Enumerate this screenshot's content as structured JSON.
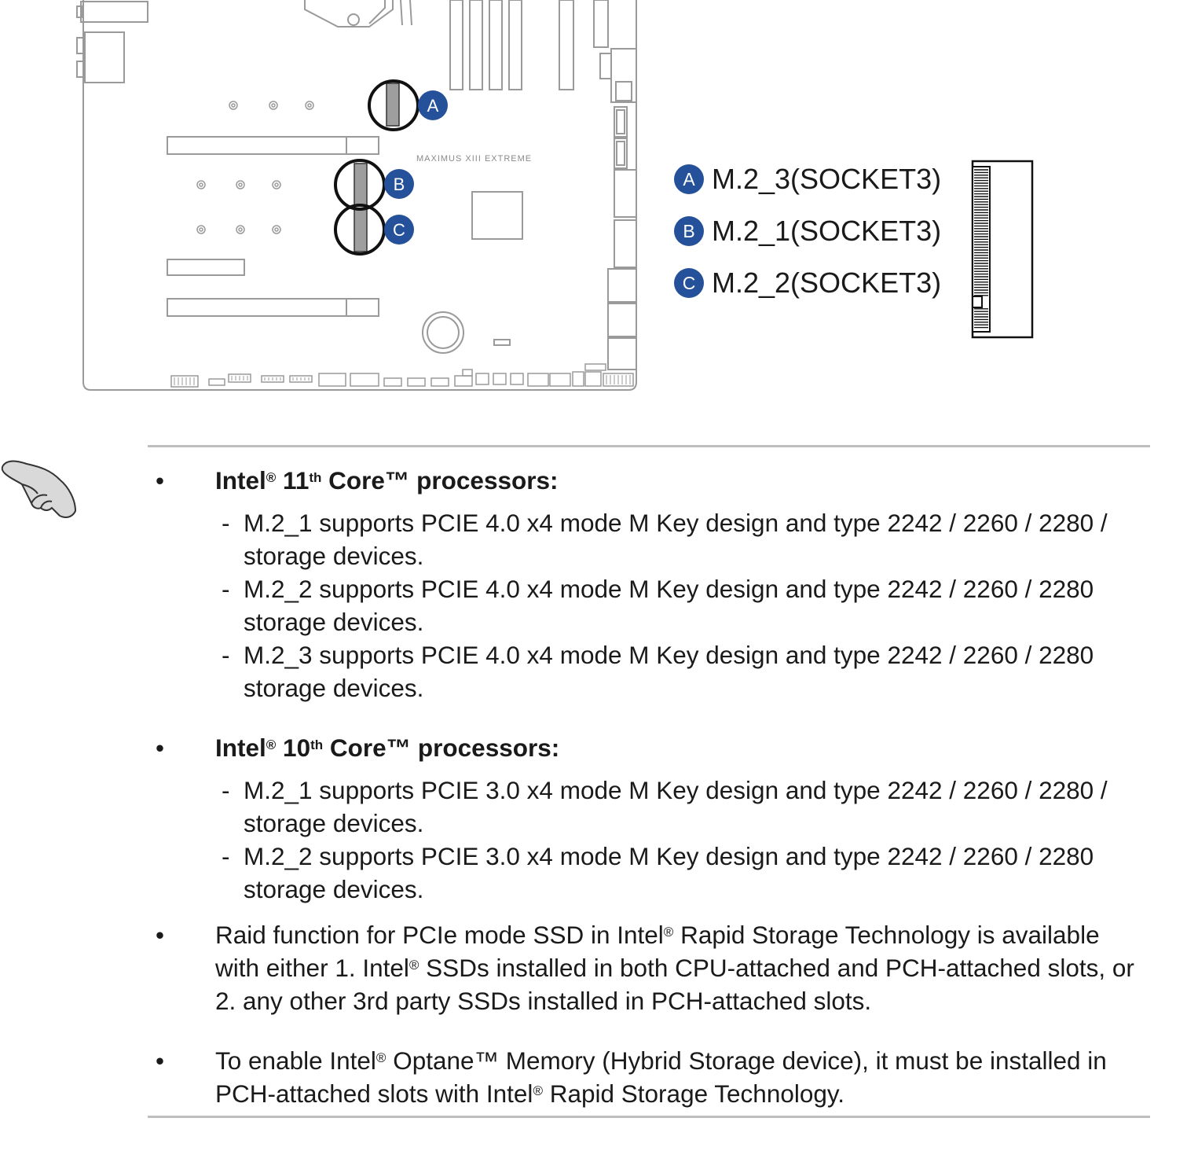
{
  "diagram": {
    "board_name": "MAXIMUS XIII EXTREME",
    "accent_color": "#24519a",
    "callouts": [
      {
        "letter": "A",
        "label": "M.2_3(SOCKET3)"
      },
      {
        "letter": "B",
        "label": "M.2_1(SOCKET3)"
      },
      {
        "letter": "C",
        "label": "M.2_2(SOCKET3)"
      }
    ]
  },
  "note_icon": "pointing-hand-icon",
  "notes": {
    "bullet_symbol": "•",
    "dash": "-",
    "b1": {
      "t1": "Intel",
      "reg": "®",
      "t2": " 11",
      "ord": "th",
      "t3": " Core™ processors:",
      "lines": [
        "M.2_1 supports PCIE 4.0 x4 mode M Key design and type 2242 / 2260 / 2280 / storage devices.",
        "M.2_2 supports PCIE 4.0 x4 mode M Key design and type 2242 / 2260 / 2280 storage devices.",
        "M.2_3 supports PCIE 4.0 x4 mode M Key design and type 2242 / 2260 / 2280 storage devices."
      ]
    },
    "b2": {
      "t1": "Intel",
      "reg": "®",
      "t2": " 10",
      "ord": "th",
      "t3": " Core™ processors:",
      "lines": [
        "M.2_1 supports PCIE 3.0 x4 mode M Key design and type 2242 / 2260 / 2280 / storage devices.",
        "M.2_2 supports PCIE 3.0 x4 mode M Key design and type 2242 / 2260 / 2280 storage devices."
      ]
    },
    "b3": {
      "p1": "Raid function for PCIe mode SSD in Intel",
      "reg1": "®",
      "p2": " Rapid Storage Technology is available with either 1. Intel",
      "reg2": "®",
      "p3": " SSDs installed in both CPU-attached and PCH-attached slots, or 2. any other 3rd party SSDs installed in PCH-attached slots."
    },
    "b4": {
      "p1": "To enable Intel",
      "reg1": "®",
      "p2": " Optane™ Memory (Hybrid Storage device), it must be installed in PCH-attached slots with Intel",
      "reg2": "®",
      "p3": " Rapid Storage Technology."
    }
  }
}
